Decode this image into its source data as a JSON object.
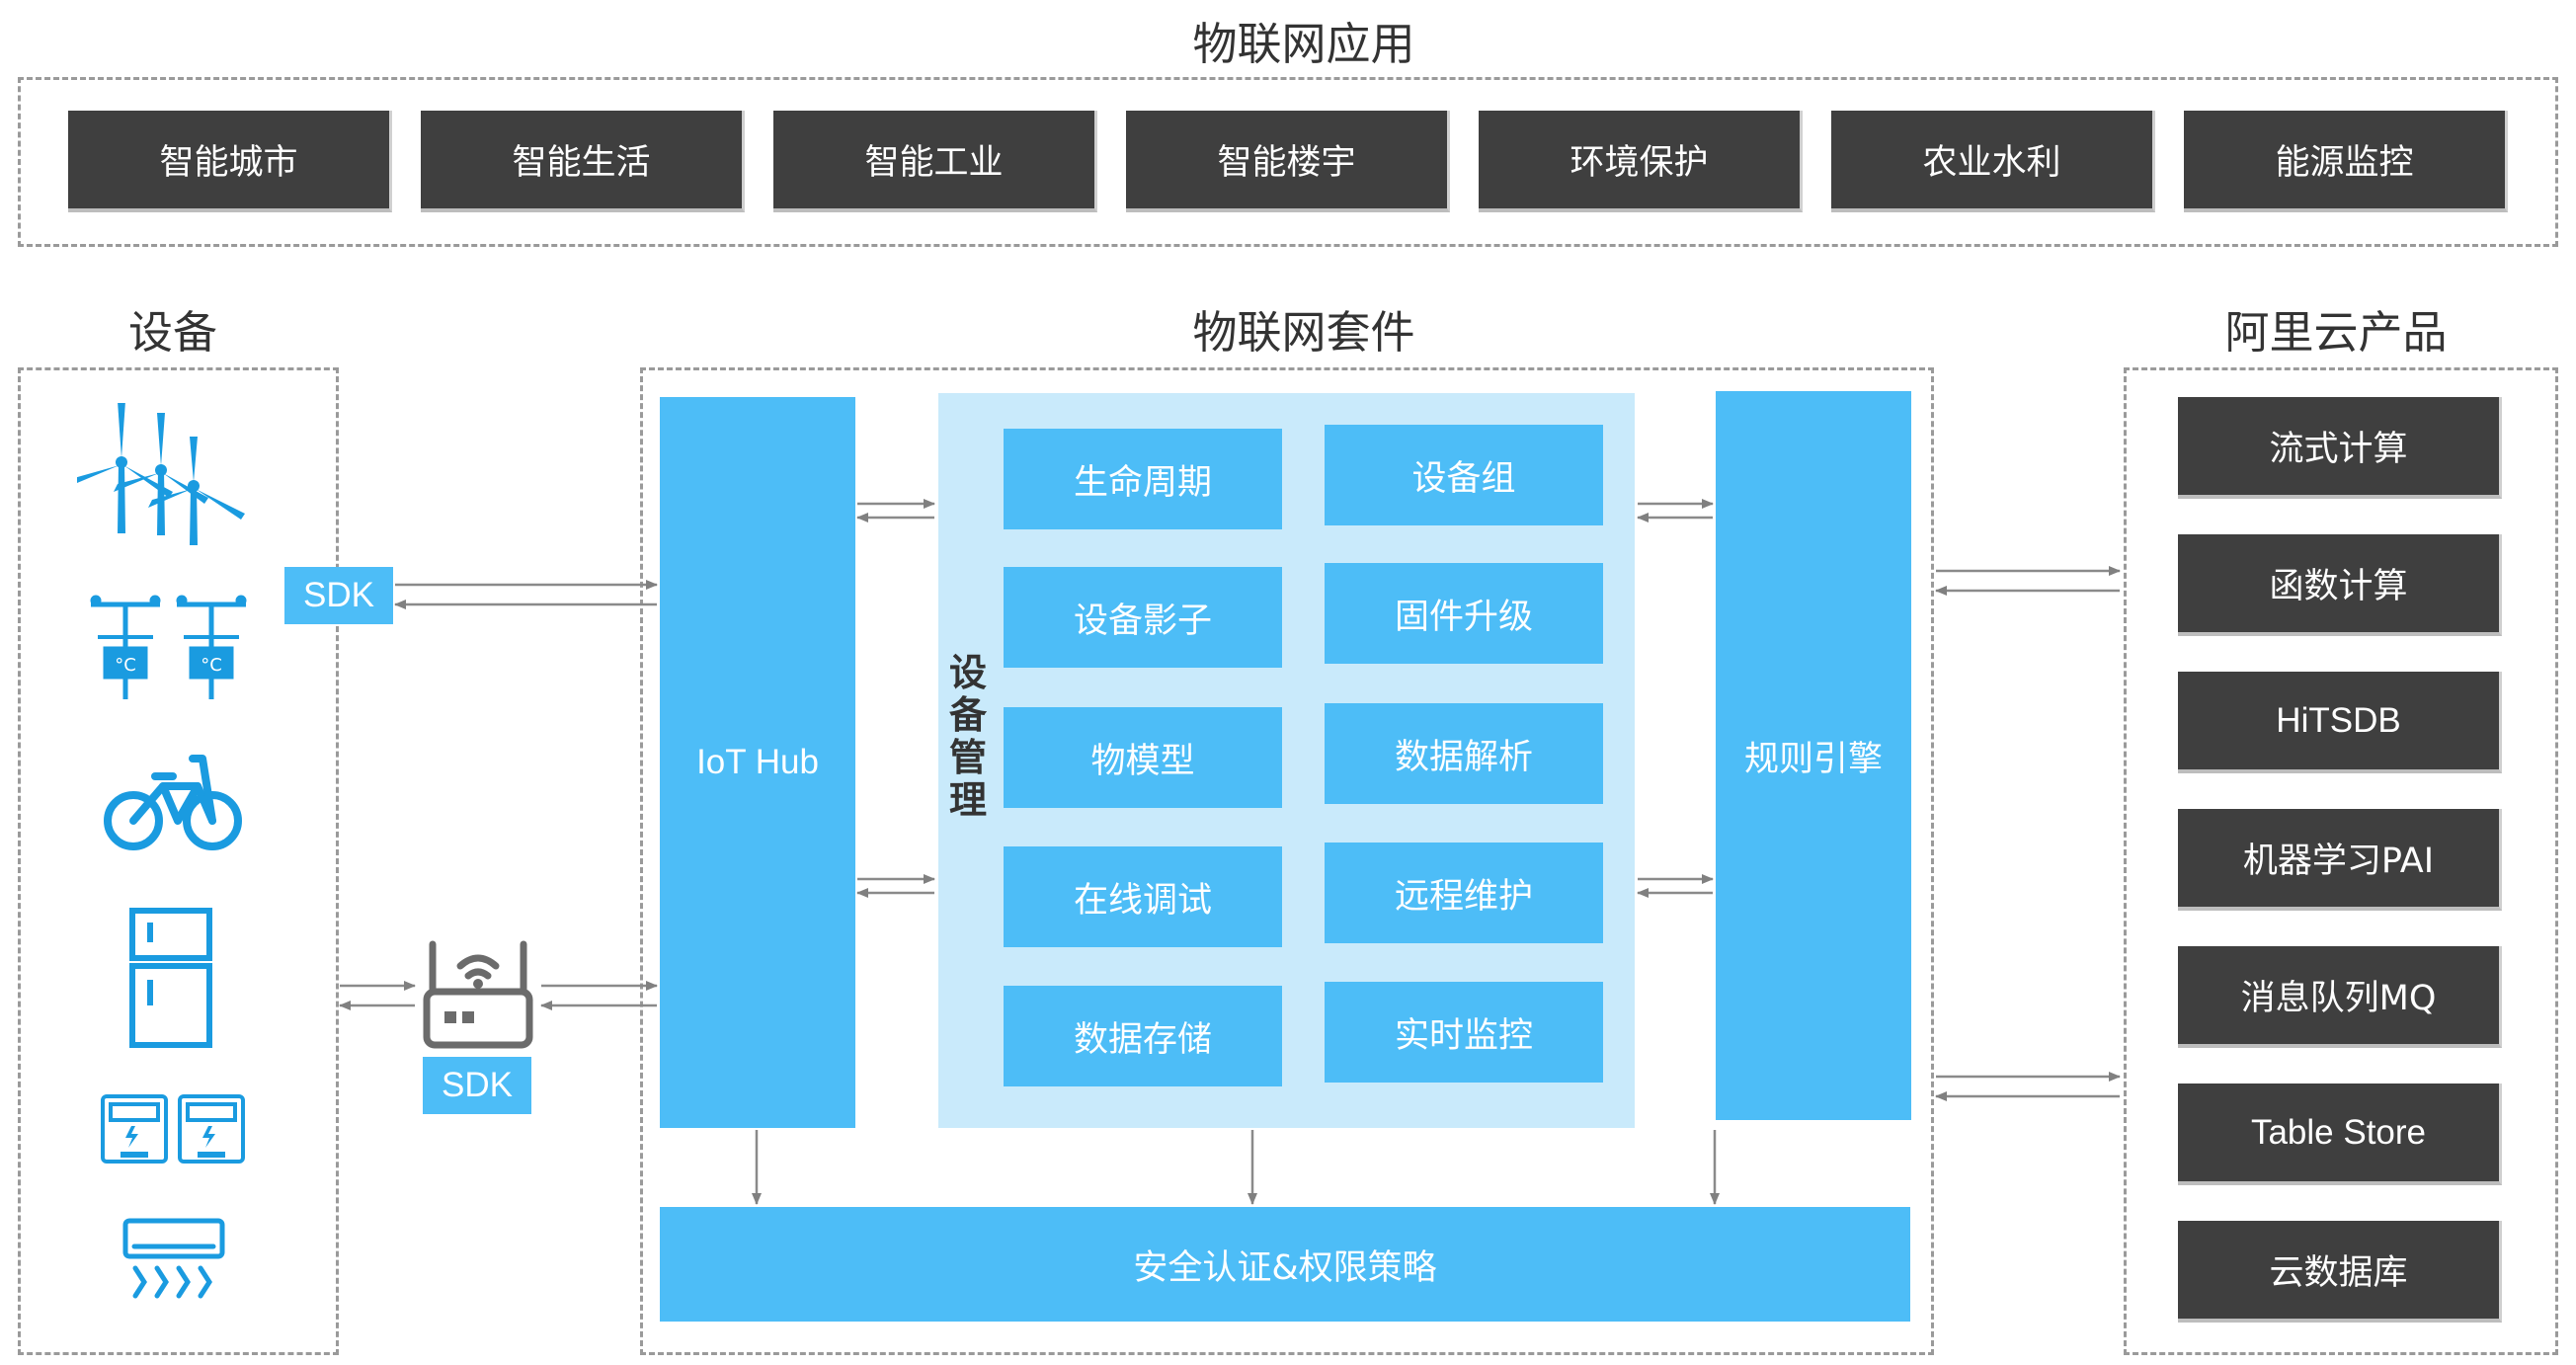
{
  "top": {
    "title": "物联网应用",
    "apps": [
      "智能城市",
      "智能生活",
      "智能工业",
      "智能楼宇",
      "环境保护",
      "农业水利",
      "能源监控"
    ]
  },
  "devices": {
    "title": "设备",
    "icons": [
      "wind-turbine-icon",
      "weather-station-icon",
      "bicycle-icon",
      "refrigerator-icon",
      "smart-meter-icon",
      "air-conditioner-icon"
    ],
    "sdk_top": "SDK",
    "sdk_gateway": "SDK"
  },
  "suite": {
    "title": "物联网套件",
    "iot_hub": "IoT Hub",
    "device_mgmt_label": [
      "设",
      "备",
      "管",
      "理"
    ],
    "modules": [
      [
        "生命周期",
        "设备组"
      ],
      [
        "设备影子",
        "固件升级"
      ],
      [
        "物模型",
        "数据解析"
      ],
      [
        "在线调试",
        "远程维护"
      ],
      [
        "数据存储",
        "实时监控"
      ]
    ],
    "rule_engine": "规则引擎",
    "security": "安全认证&权限策略"
  },
  "aliyun": {
    "title": "阿里云产品",
    "products": [
      "流式计算",
      "函数计算",
      "HiTSDB",
      "机器学习PAI",
      "消息队列MQ",
      "Table Store",
      "云数据库"
    ]
  },
  "colors": {
    "blue": "#4dbdf7",
    "light_blue": "#c9eafb",
    "dark_box": "#3f3f3f",
    "icon_blue": "#1a9be0"
  }
}
